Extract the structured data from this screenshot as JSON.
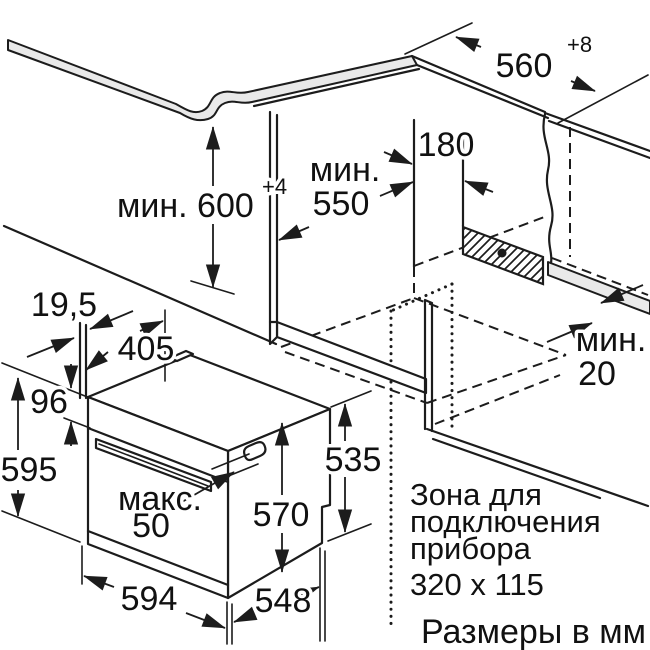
{
  "drawing": {
    "dims": {
      "niche_width": {
        "value": "560",
        "sup": "+8"
      },
      "niche_height": {
        "text": "мин. 600",
        "sup": "+4"
      },
      "niche_depth": {
        "prefix": "мин.",
        "value": "550"
      },
      "rear_offset": {
        "value": "180"
      },
      "rear_gap": {
        "prefix": "мин.",
        "value": "20"
      },
      "front_panel_thickness": {
        "value": "19,5"
      },
      "side_clearance": {
        "value": "405"
      },
      "control_panel_height": {
        "value": "96"
      },
      "oven_front_height": {
        "value": "595"
      },
      "door_protrusion": {
        "prefix": "макс.",
        "value": "50"
      },
      "body_height_inner": {
        "value": "570"
      },
      "body_height_rear": {
        "value": "535"
      },
      "oven_width": {
        "value": "594"
      },
      "body_depth": {
        "value": "548"
      }
    },
    "notes": {
      "connection_zone_line1": "Зона для",
      "connection_zone_line2": "подключения",
      "connection_zone_line3": "прибора",
      "connection_zone_line4": "320 x 115",
      "units": "Размеры в мм"
    },
    "colors": {
      "line": "#1c1c1c",
      "panel_fill": "#e9e9e9"
    }
  }
}
